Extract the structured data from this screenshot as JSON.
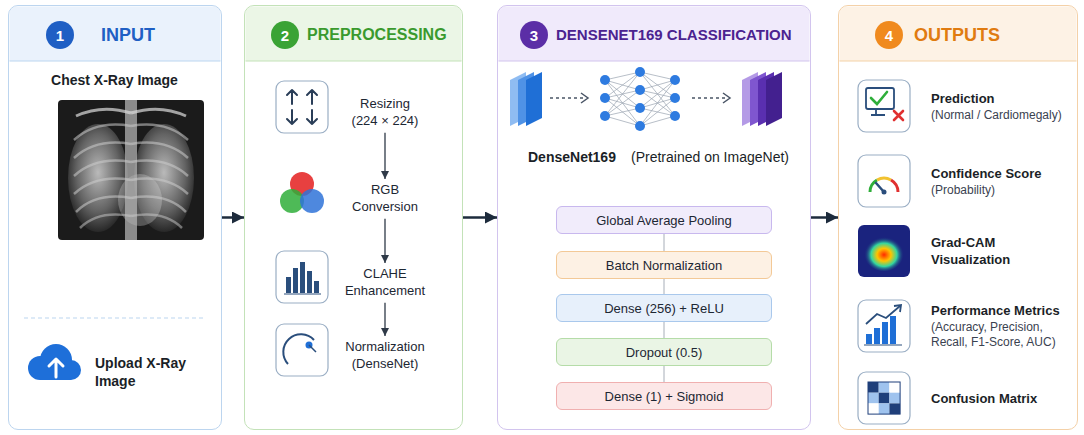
{
  "diagram": {
    "nodes": [
      {
        "text": [
          "INPUT",
          "Chest X-Ray Image",
          "Upload X-Ray Image"
        ]
      },
      {
        "text": [
          "1"
        ],
        "in": 0
      },
      {
        "text": [
          "PREPROCESSING"
        ]
      },
      {
        "text": [
          "2"
        ],
        "in": 2
      },
      {
        "text": [
          "Resizing (224 × 224)"
        ],
        "in": 2
      },
      {
        "text": [
          "RGB Conversion"
        ],
        "in": 2
      },
      {
        "text": [
          "CLAHE Enhancement"
        ],
        "in": 2
      },
      {
        "text": [
          "Normalization (DenseNet)"
        ],
        "in": 2
      },
      {
        "text": [
          "DENSENET169 CLASSIFICATION",
          "DenseNet169",
          "(Pretrained on ImageNet)"
        ]
      },
      {
        "text": [
          "3"
        ],
        "in": 8
      },
      {
        "text": [
          "Global Average Pooling"
        ],
        "in": 8
      },
      {
        "text": [
          "Batch Normalization"
        ],
        "in": 8
      },
      {
        "text": [
          "Dense (256) + ReLU"
        ],
        "in": 8
      },
      {
        "text": [
          "Dropout (0.5)"
        ],
        "in": 8
      },
      {
        "text": [
          "Dense (1) + Sigmoid"
        ],
        "in": 8
      },
      {
        "text": [
          "OUTPUTS"
        ]
      },
      {
        "text": [
          "4"
        ],
        "in": 15
      },
      {
        "text": [
          "Prediction",
          "(Normal / Cardiomegaly)"
        ],
        "in": 15
      },
      {
        "text": [
          "Confidence Score",
          "(Probability)"
        ],
        "in": 15
      },
      {
        "text": [
          "Grad-CAM Visualization"
        ],
        "in": 15
      },
      {
        "text": [
          "Performance Metrics",
          "(Accuracy, Precision, Recall, F1-Score, AUC)"
        ],
        "in": 15
      },
      {
        "text": [
          "Confusion Matrix"
        ],
        "in": 15
      }
    ],
    "edges": [
      {
        "from": 0,
        "to": 2,
        "arrow": "to"
      },
      {
        "from": 2,
        "to": 8,
        "arrow": "to"
      },
      {
        "from": 8,
        "to": 15,
        "arrow": "to"
      },
      {
        "from": 4,
        "to": 5,
        "arrow": "to"
      },
      {
        "from": 5,
        "to": 6,
        "arrow": "to"
      },
      {
        "from": 6,
        "to": 7,
        "arrow": "to"
      },
      {
        "from": 10,
        "to": 11,
        "arrow": "none"
      },
      {
        "from": 11,
        "to": 12,
        "arrow": "none"
      },
      {
        "from": 12,
        "to": 13,
        "arrow": "none"
      },
      {
        "from": 13,
        "to": 14,
        "arrow": "none"
      }
    ]
  }
}
